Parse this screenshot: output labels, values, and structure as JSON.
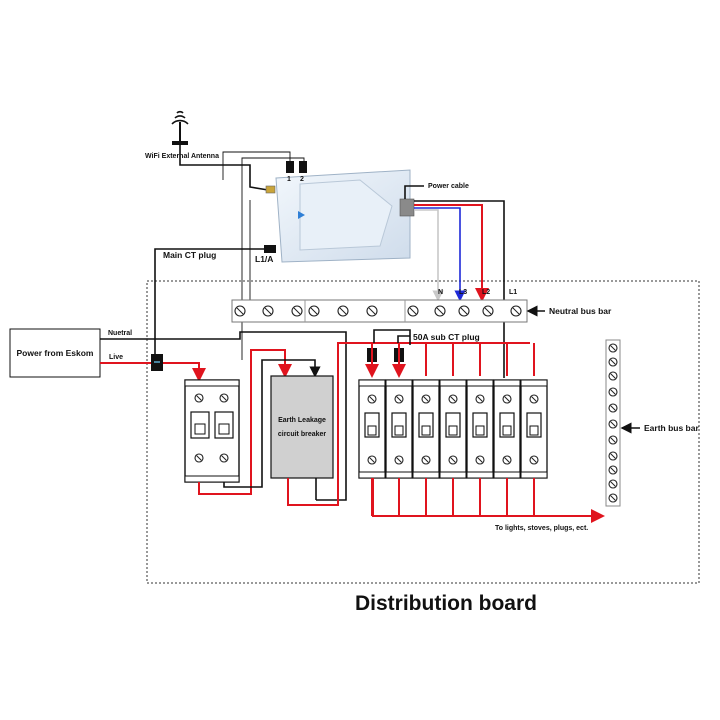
{
  "labels": {
    "antenna": "WiFi External Antenna",
    "port1": "1",
    "port2": "2",
    "power_cable": "Power cable",
    "main_ct_plug": "Main CT plug",
    "l1a": "L1/A",
    "n": "N",
    "l3": "L3",
    "l2": "L2",
    "l1": "L1",
    "neutral_bus_bar": "Neutral bus bar",
    "sub_ct_plug": "50A sub CT plug",
    "power_source": "Power from Eskom",
    "neutral": "Nuetral",
    "live": "Live",
    "elcb_line1": "Earth Leakage",
    "elcb_line2": "circuit breaker",
    "earth_bus_bar": "Earth bus bar",
    "outputs": "To lights, stoves, plugs, ect.",
    "title": "Distribution board"
  },
  "colors": {
    "live": "#e0141e",
    "l3_wire": "#1e2ad8",
    "n_wire": "#c8c8c8",
    "wire": "#111111",
    "device_body": "#dfe9f3",
    "elcb_body": "#d0d0d0"
  },
  "icons": [
    "antenna-icon",
    "ct-clamp-icon",
    "screw-terminal-icon",
    "arrow-icon"
  ]
}
